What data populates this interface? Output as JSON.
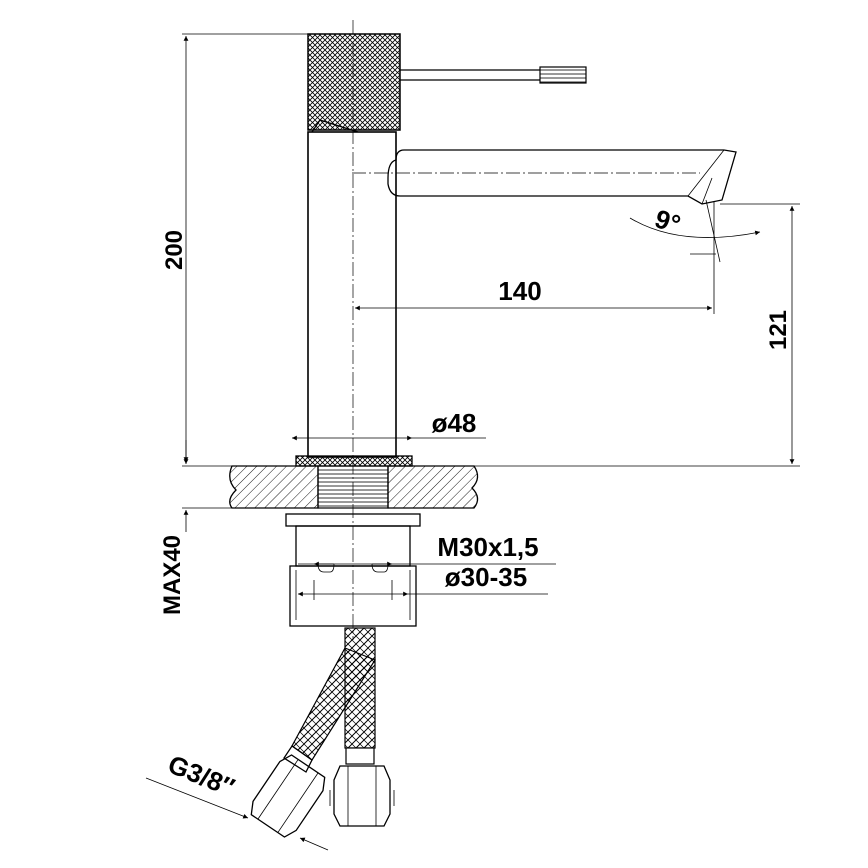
{
  "labels": {
    "height_total": "200",
    "spout_reach": "140",
    "spout_angle": "9°",
    "spout_height": "121",
    "body_diameter": "ø48",
    "max_thickness": "MAX40",
    "thread": "M30x1,5",
    "hole_diameter": "ø30-35",
    "hose_connection": "G3/8″"
  },
  "colors": {
    "line": "#000000",
    "background": "#ffffff"
  }
}
